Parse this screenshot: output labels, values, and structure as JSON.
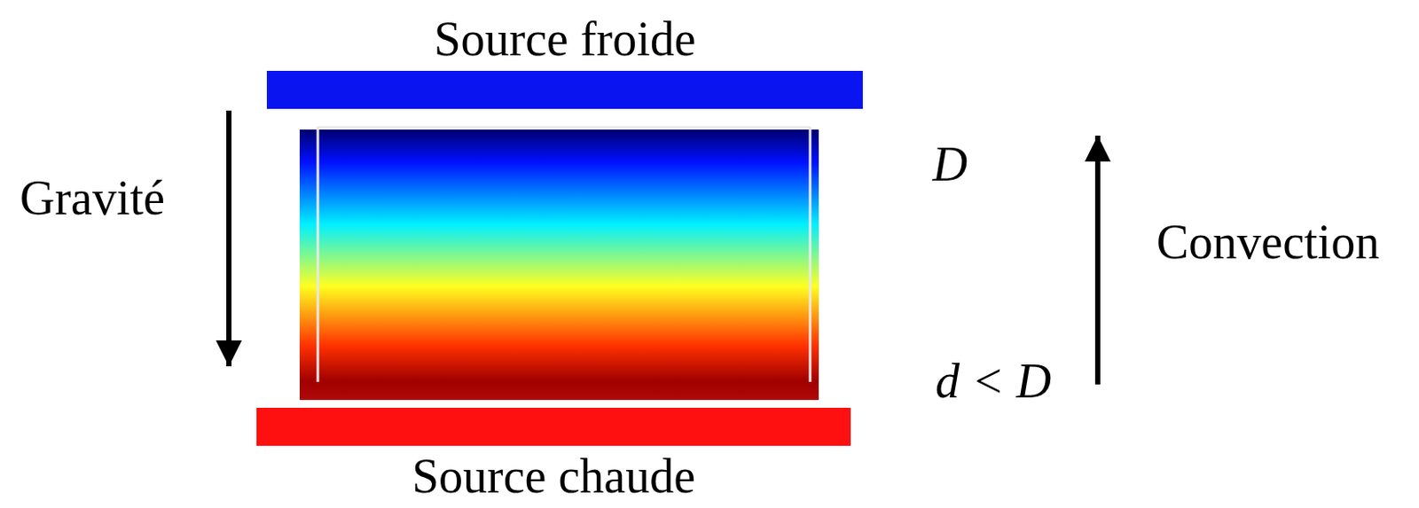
{
  "diagram": {
    "nodes": [
      {
        "text": [
          "Source froide"
        ]
      },
      {
        "text": [
          "Source chaude"
        ]
      }
    ],
    "labels": [
      "Gravité",
      "D",
      "d < D",
      "Convection"
    ]
  }
}
